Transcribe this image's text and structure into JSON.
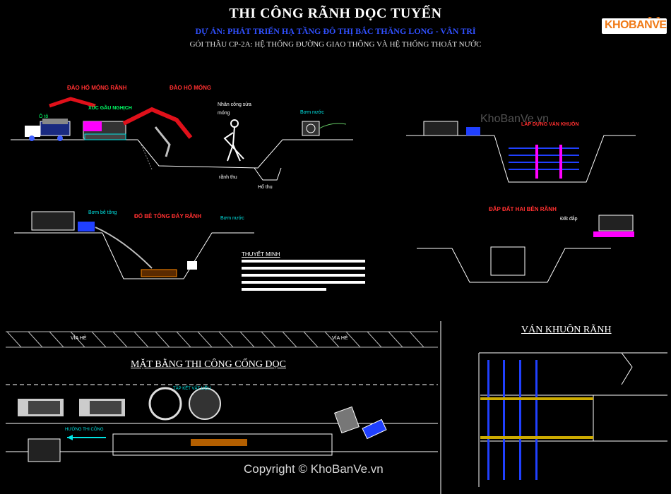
{
  "header": {
    "title": "THI CÔNG RÃNH DỌC TUYẾN",
    "subtitle": "DỰ ÁN: PHÁT TRIỂN HẠ TẦNG ĐÔ THỊ BẮC THĂNG LONG - VÂN TRÌ",
    "package": "GÓI THẦU CP-2A: HỆ THỐNG ĐƯỜNG GIAO THÔNG VÀ HỆ THỐNG THOÁT NƯỚC"
  },
  "logo": {
    "text": "KHOBANVE"
  },
  "section1": {
    "label_excavate_trench": "ĐÀO HỐ MÓNG RÃNH",
    "label_excavate_pit": "ĐÀO HỐ MÓNG",
    "label_truck": "Ô tô",
    "label_excavator": "XÚC GẦU NGHỊCH",
    "label_worker": "Nhân công sửa móng",
    "label_pump": "Bơm nước",
    "label_channel": "rãnh thu",
    "label_sump": "Hố thu"
  },
  "section2": {
    "label_concrete_pump": "Bơm bê tông",
    "label_pour": "ĐỔ BÊ TÔNG ĐÁY RÃNH",
    "label_pump": "Bơm nước",
    "label_notes": "THUYẾT MINH"
  },
  "section3": {
    "label_formwork": "LẮP DỰNG VÁN KHUÔN"
  },
  "section4": {
    "label_backfill": "ĐẮP ĐẤT HAI BÊN RÃNH",
    "label_soil": "Đất đắp"
  },
  "plan": {
    "title": "MẶT BẰNG THI CÔNG CỐNG DỌC",
    "sidewalk_left": "VỈA HÈ",
    "sidewalk_right": "VỈA HÈ",
    "direction": "HƯỚNG THI CÔNG",
    "storage": "TẬP KẾT VẬT LIỆU"
  },
  "formwork_panel": {
    "title": "VÁN KHUÔN RÃNH"
  },
  "watermarks": {
    "mid": "KhoBanVe.vn",
    "bottom": "Copyright © KhoBanVe.vn"
  },
  "colors": {
    "background": "#000000",
    "title": "#ffffff",
    "subtitle": "#3050ff",
    "label_red": "#ff3030",
    "ground": "#ffffff",
    "excavator": "#e0101a",
    "rebar": "#2040ff",
    "accent_cyan": "#00e6e6",
    "accent_magenta": "#ff00ff",
    "logo": "#f07a16"
  }
}
